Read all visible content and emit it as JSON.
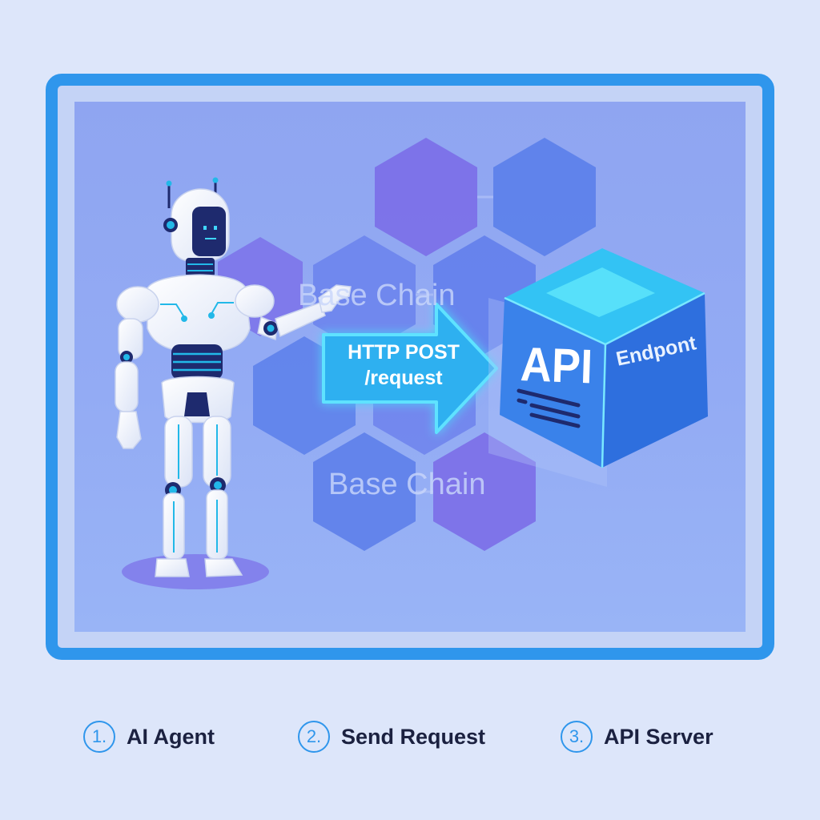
{
  "diagram": {
    "chain_labels": [
      "Base Chain",
      "Base Chain"
    ],
    "arrow": {
      "line1": "HTTP POST",
      "line2": "/request"
    },
    "api_box": {
      "face_label": "API",
      "side_label": "Endpont"
    }
  },
  "legend": {
    "items": [
      {
        "number": "1.",
        "label": "AI Agent"
      },
      {
        "number": "2.",
        "label": "Send Request"
      },
      {
        "number": "3.",
        "label": "API Server"
      }
    ]
  },
  "colors": {
    "frame": "#2f96ec",
    "panel": "#93abf4",
    "hex_purple": "#7b6ee8",
    "hex_blue": "#5b7fea",
    "cube_front": "#3a82ea",
    "cube_top": "#33c3f4",
    "robot_accent": "#22b8e8",
    "robot_dark": "#1e2a6e",
    "legend_text": "#1b2140"
  },
  "icons": [
    "robot-icon",
    "cube-icon",
    "arrow-icon"
  ]
}
